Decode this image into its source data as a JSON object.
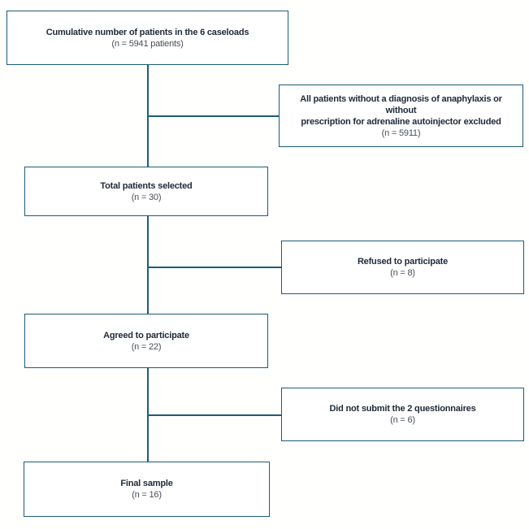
{
  "diagram": {
    "type": "flowchart",
    "colors": {
      "line": "#1d5c79",
      "label": "#212b3b",
      "nline": "#474e5a",
      "bg": "#fffffd"
    },
    "nodes": [
      {
        "id": "cumulative-patients",
        "label": "Cumulative number of patients  in the 6 caseloads",
        "n": "(n = 5941 patients)"
      },
      {
        "id": "excluded",
        "label": "All patients without a diagnosis of anaphylaxis or without\nprescription for adrenaline autoinjector excluded",
        "n": "(n = 5911)"
      },
      {
        "id": "selected",
        "label": "Total patients selected",
        "n": "(n = 30)"
      },
      {
        "id": "refused",
        "label": "Refused to participate",
        "n": "(n = 8)"
      },
      {
        "id": "agreed",
        "label": "Agreed to participate",
        "n": "(n = 22)"
      },
      {
        "id": "no-questionnaires",
        "label": "Did not submit the 2 questionnaires",
        "n": "(n = 6)"
      },
      {
        "id": "final-sample",
        "label": "Final sample",
        "n": "(n = 16)"
      }
    ],
    "edges": [
      {
        "from": "cumulative-patients",
        "to": "selected",
        "branch": "excluded"
      },
      {
        "from": "selected",
        "to": "agreed",
        "branch": "refused"
      },
      {
        "from": "agreed",
        "to": "final-sample",
        "branch": "no-questionnaires"
      }
    ]
  }
}
